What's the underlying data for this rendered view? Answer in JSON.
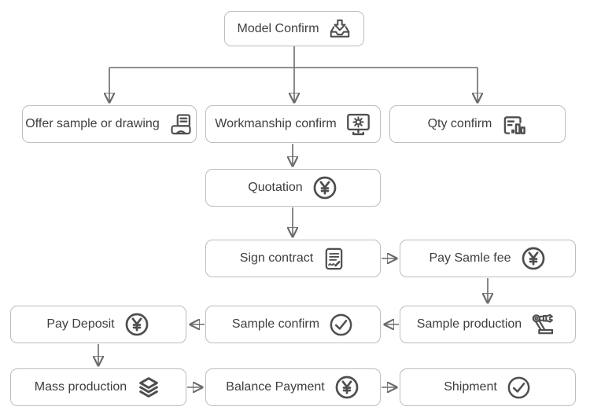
{
  "diagram_type": "flowchart",
  "colors": {
    "background": "#ffffff",
    "node_border": "#bdbdbd",
    "node_text": "#3e3e3e",
    "icon": "#4e4e4e",
    "arrow": "#6b6b6b"
  },
  "nodes": {
    "model_confirm": {
      "label": "Model Confirm",
      "icon": "inbox-download-icon"
    },
    "offer_sample": {
      "label": "Offer sample or drawing",
      "icon": "printer-document-icon"
    },
    "workmanship_confirm": {
      "label": "Workmanship confirm",
      "icon": "monitor-gear-icon"
    },
    "qty_confirm": {
      "label": "Qty confirm",
      "icon": "document-bars-icon"
    },
    "quotation": {
      "label": "Quotation",
      "icon": "yen-circle-icon"
    },
    "sign_contract": {
      "label": "Sign contract",
      "icon": "contract-signature-icon"
    },
    "pay_sample_fee": {
      "label": "Pay Samle fee",
      "icon": "yen-circle-icon"
    },
    "pay_deposit": {
      "label": "Pay Deposit",
      "icon": "yen-circle-icon"
    },
    "sample_confirm": {
      "label": "Sample confirm",
      "icon": "check-circle-icon"
    },
    "sample_production": {
      "label": "Sample production",
      "icon": "robot-arm-icon"
    },
    "mass_production": {
      "label": "Mass production",
      "icon": "layers-icon"
    },
    "balance_payment": {
      "label": "Balance Payment",
      "icon": "yen-circle-icon"
    },
    "shipment": {
      "label": "Shipment",
      "icon": "check-circle-icon"
    }
  },
  "edges": [
    {
      "from": "model_confirm",
      "to": "offer_sample"
    },
    {
      "from": "model_confirm",
      "to": "workmanship_confirm"
    },
    {
      "from": "model_confirm",
      "to": "qty_confirm"
    },
    {
      "from": "workmanship_confirm",
      "to": "quotation"
    },
    {
      "from": "quotation",
      "to": "sign_contract"
    },
    {
      "from": "sign_contract",
      "to": "pay_sample_fee"
    },
    {
      "from": "pay_sample_fee",
      "to": "sample_production"
    },
    {
      "from": "sample_production",
      "to": "sample_confirm"
    },
    {
      "from": "sample_confirm",
      "to": "pay_deposit"
    },
    {
      "from": "pay_deposit",
      "to": "mass_production"
    },
    {
      "from": "mass_production",
      "to": "balance_payment"
    },
    {
      "from": "balance_payment",
      "to": "shipment"
    }
  ]
}
